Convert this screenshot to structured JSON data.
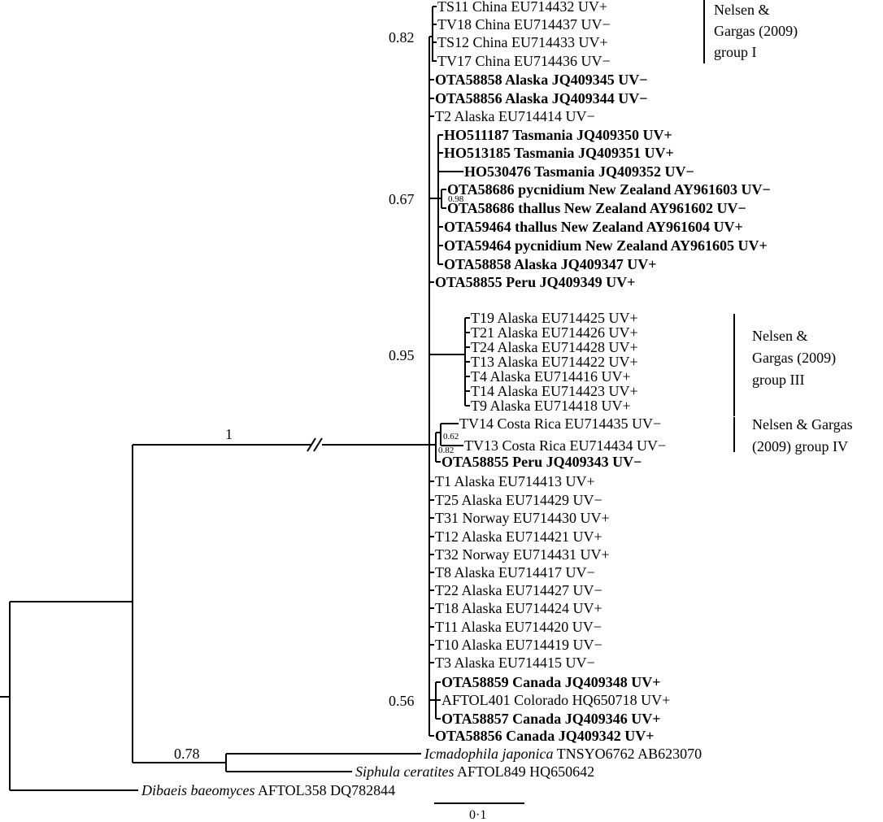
{
  "tips": [
    {
      "id": "TS11",
      "text": "TS11 China EU714432 UV+",
      "bold": false
    },
    {
      "id": "TV18",
      "text": "TV18 China EU714437 UV−",
      "bold": false
    },
    {
      "id": "TS12",
      "text": "TS12 China EU714433 UV+",
      "bold": false
    },
    {
      "id": "TV17",
      "text": "TV17 China EU714436 UV−",
      "bold": false
    },
    {
      "id": "OTA58858a",
      "text": "OTA58858 Alaska JQ409345 UV−",
      "bold": true
    },
    {
      "id": "OTA58856a",
      "text": "OTA58856 Alaska JQ409344 UV−",
      "bold": true
    },
    {
      "id": "T2",
      "text": "T2 Alaska EU714414 UV−",
      "bold": false
    },
    {
      "id": "HO511187",
      "text": "HO511187 Tasmania JQ409350 UV+",
      "bold": true
    },
    {
      "id": "HO513185",
      "text": "HO513185 Tasmania JQ409351 UV+",
      "bold": true
    },
    {
      "id": "HO530476",
      "text": "HO530476 Tasmania JQ409352 UV−",
      "bold": true
    },
    {
      "id": "OTA58686p",
      "text": "OTA58686 pycnidium New Zealand AY961603 UV−",
      "bold": true
    },
    {
      "id": "OTA58686t",
      "text": "OTA58686 thallus New Zealand AY961602 UV−",
      "bold": true
    },
    {
      "id": "OTA59464t",
      "text": "OTA59464 thallus New Zealand AY961604 UV+",
      "bold": true
    },
    {
      "id": "OTA59464p",
      "text": "OTA59464 pycnidium New Zealand AY961605 UV+",
      "bold": true
    },
    {
      "id": "OTA58858b",
      "text": "OTA58858 Alaska JQ409347 UV+",
      "bold": true
    },
    {
      "id": "OTA58855a",
      "text": "OTA58855 Peru JQ409349 UV+",
      "bold": true
    },
    {
      "id": "T19",
      "text": "T19 Alaska EU714425 UV+",
      "bold": false
    },
    {
      "id": "T21",
      "text": "T21 Alaska EU714426 UV+",
      "bold": false
    },
    {
      "id": "T24",
      "text": "T24 Alaska EU714428 UV+",
      "bold": false
    },
    {
      "id": "T13",
      "text": "T13 Alaska EU714422 UV+",
      "bold": false
    },
    {
      "id": "T4",
      "text": "T4 Alaska EU714416 UV+",
      "bold": false
    },
    {
      "id": "T14",
      "text": "T14 Alaska EU714423 UV+",
      "bold": false
    },
    {
      "id": "T9",
      "text": "T9 Alaska EU714418 UV+",
      "bold": false
    },
    {
      "id": "TV14",
      "text": "TV14 Costa Rica EU714435 UV−",
      "bold": false
    },
    {
      "id": "TV13",
      "text": "TV13 Costa Rica EU714434 UV−",
      "bold": false
    },
    {
      "id": "OTA58855b",
      "text": "OTA58855 Peru JQ409343 UV−",
      "bold": true
    },
    {
      "id": "T1",
      "text": "T1 Alaska EU714413 UV+",
      "bold": false
    },
    {
      "id": "T25",
      "text": "T25 Alaska EU714429 UV−",
      "bold": false
    },
    {
      "id": "T31",
      "text": "T31 Norway EU714430 UV+",
      "bold": false
    },
    {
      "id": "T12",
      "text": "T12 Alaska EU714421 UV+",
      "bold": false
    },
    {
      "id": "T32",
      "text": "T32 Norway EU714431 UV+",
      "bold": false
    },
    {
      "id": "T8",
      "text": "T8 Alaska EU714417 UV−",
      "bold": false
    },
    {
      "id": "T22",
      "text": "T22 Alaska EU714427 UV−",
      "bold": false
    },
    {
      "id": "T18",
      "text": "T18 Alaska EU714424 UV+",
      "bold": false
    },
    {
      "id": "T11",
      "text": "T11 Alaska EU714420 UV−",
      "bold": false
    },
    {
      "id": "T10",
      "text": "T10 Alaska EU714419 UV−",
      "bold": false
    },
    {
      "id": "T3",
      "text": "T3 Alaska EU714415 UV−",
      "bold": false
    },
    {
      "id": "OTA58859",
      "text": "OTA58859 Canada JQ409348 UV+",
      "bold": true
    },
    {
      "id": "AFTOL401",
      "text": "AFTOL401 Colorado HQ650718 UV+",
      "bold": false
    },
    {
      "id": "OTA58857",
      "text": "OTA58857 Canada JQ409346 UV+",
      "bold": true
    },
    {
      "id": "OTA58856b",
      "text": "OTA58856 Canada JQ409342 UV+",
      "bold": true
    }
  ],
  "outgroups": {
    "icmadophila": {
      "genus": "Icmadophila japonica",
      "rest": " TNSYO6762 AB623070"
    },
    "siphula": {
      "genus": "Siphula ceratites",
      "rest": " AFTOL849 HQ650642"
    },
    "dibaeis": {
      "genus": "Dibaeis baeomyces",
      "rest": " AFTOL358 DQ782844"
    }
  },
  "support": {
    "root_branch": "1",
    "group_i_node": "0.82",
    "nz_node": "0.67",
    "nz_inner": "0.98",
    "group_iii_node": "0.95",
    "group_iv_upper": "0.62",
    "group_iv_lower": "0.82",
    "canada_node": "0.56",
    "outgroup_pair": "0.78"
  },
  "groups": {
    "group_i": [
      "Nelsen &",
      "Gargas (2009)",
      "group I"
    ],
    "group_iii": [
      "Nelsen &",
      "Gargas (2009)",
      "group III"
    ],
    "group_iv": [
      "Nelsen & Gargas",
      "(2009) group IV"
    ]
  },
  "scale_bar": "0·1"
}
